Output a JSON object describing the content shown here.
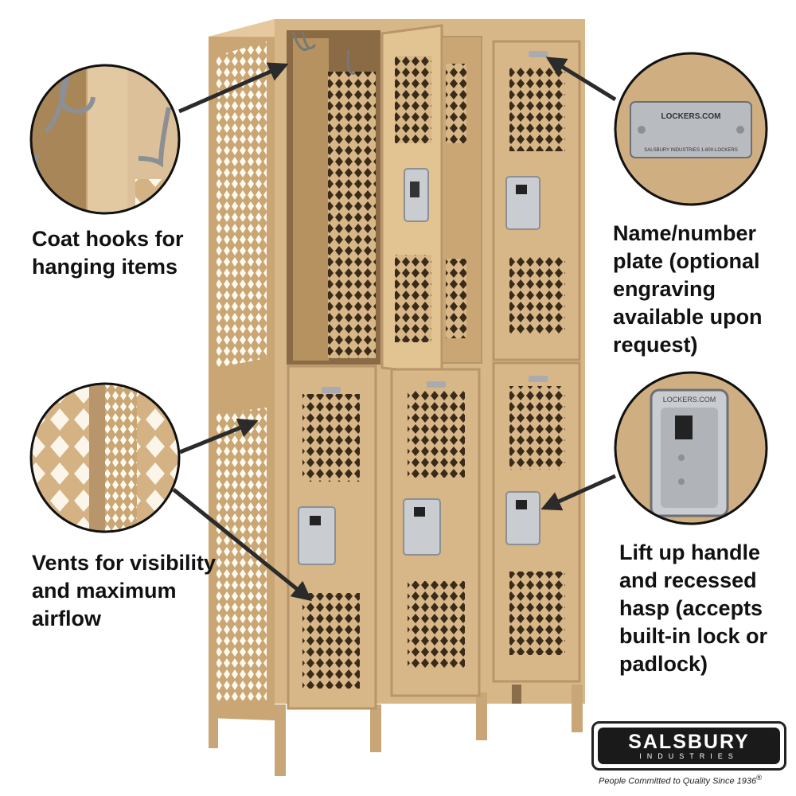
{
  "callouts": {
    "coat_hooks": "Coat hooks for hanging items",
    "vents": "Vents for visibility and maximum airflow",
    "name_plate": "Name/number plate (optional engraving available upon request)",
    "handle": "Lift up handle and recessed hasp (accepts built-in lock or padlock)"
  },
  "plate_closeup": {
    "top_text": "LOCKERS.COM",
    "bottom_text": "SALSBURY INDUSTRIES  1-800-LOCKERS"
  },
  "handle_closeup": {
    "text": "LOCKERS.COM"
  },
  "brand": {
    "name": "SALSBURY",
    "sub": "INDUSTRIES",
    "tagline": "People Committed to Quality Since 1936"
  },
  "colors": {
    "locker_tan": "#d7b688",
    "locker_shadow": "#b8956a",
    "locker_dark": "#6a4e2e",
    "metal": "#c9ccd0"
  }
}
